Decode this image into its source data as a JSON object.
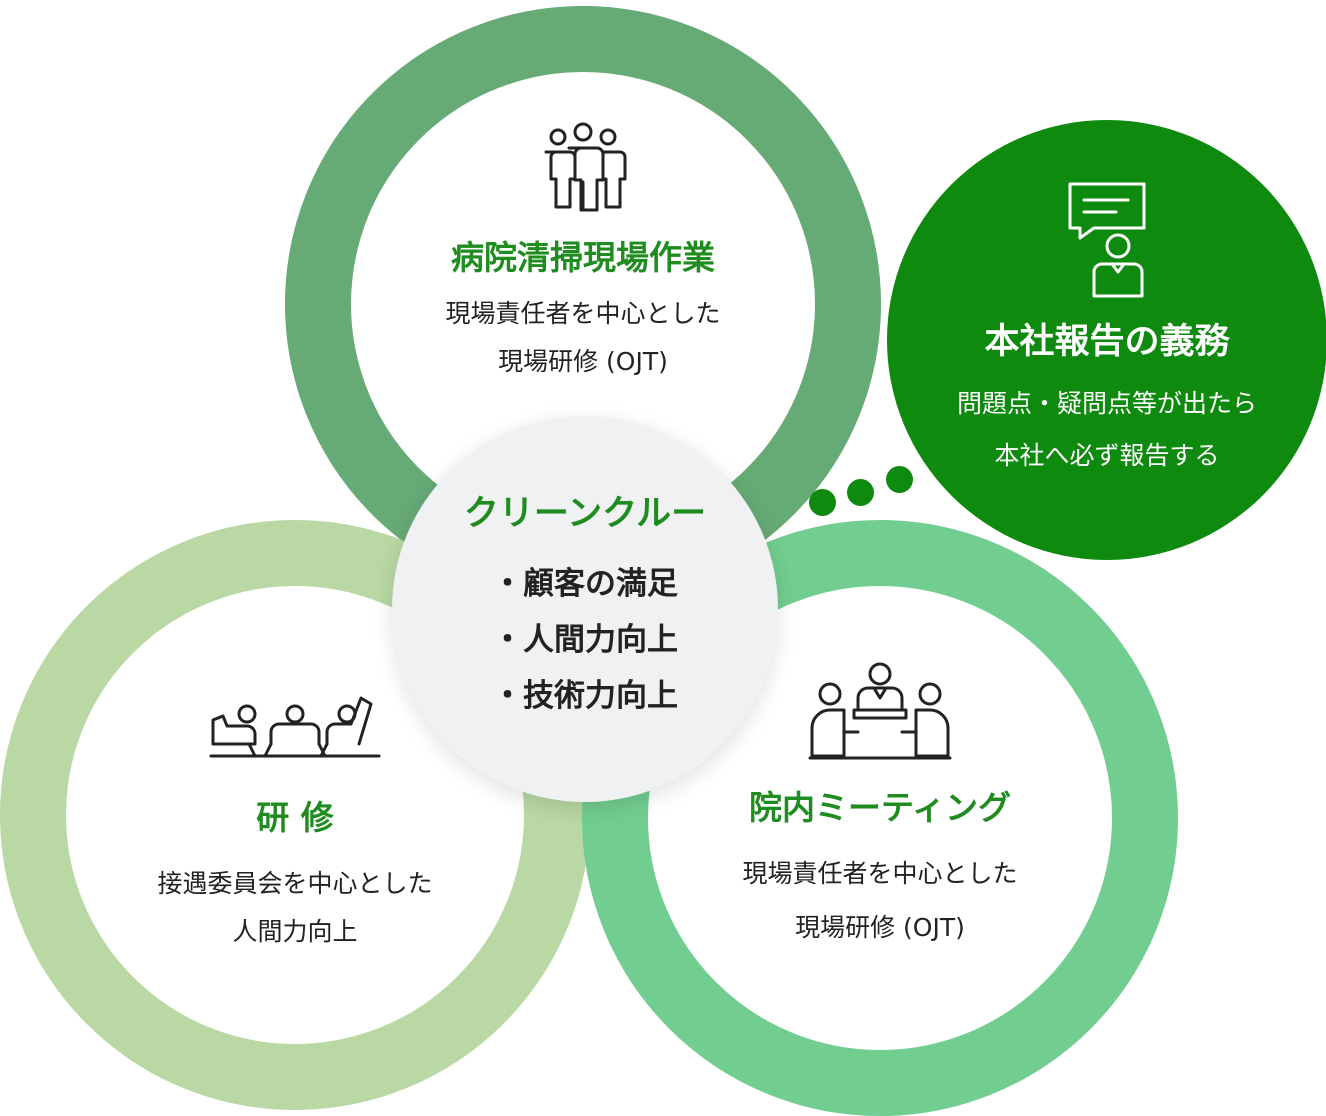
{
  "colors": {
    "dark_green": "#66aa76",
    "light_green": "#b9d8a3",
    "mid_green": "#72cd90",
    "accent_green": "#0e8a0e",
    "title_green": "#1e8c1e",
    "center_gray": "#f0f1f3"
  },
  "top": {
    "icon": "group-of-people-icon",
    "title": "病院清掃現場作業",
    "desc1": "現場責任者を中心とした",
    "desc2": "現場研修 (OJT)"
  },
  "bubble": {
    "icon": "person-speech-bubble-icon",
    "title": "本社報告の義務",
    "desc1": "問題点・疑問点等が出たら",
    "desc2": "本社へ必ず報告する"
  },
  "center": {
    "title": "クリーンクルー",
    "items": [
      "顧客の満足",
      "人間力向上",
      "技術力向上"
    ]
  },
  "left": {
    "icon": "training-class-icon",
    "title": "研 修",
    "desc1": "接遇委員会を中心とした",
    "desc2": "人間力向上"
  },
  "right": {
    "icon": "meeting-icon",
    "title": "院内ミーティング",
    "desc1": "現場責任者を中心とした",
    "desc2": "現場研修 (OJT)"
  }
}
